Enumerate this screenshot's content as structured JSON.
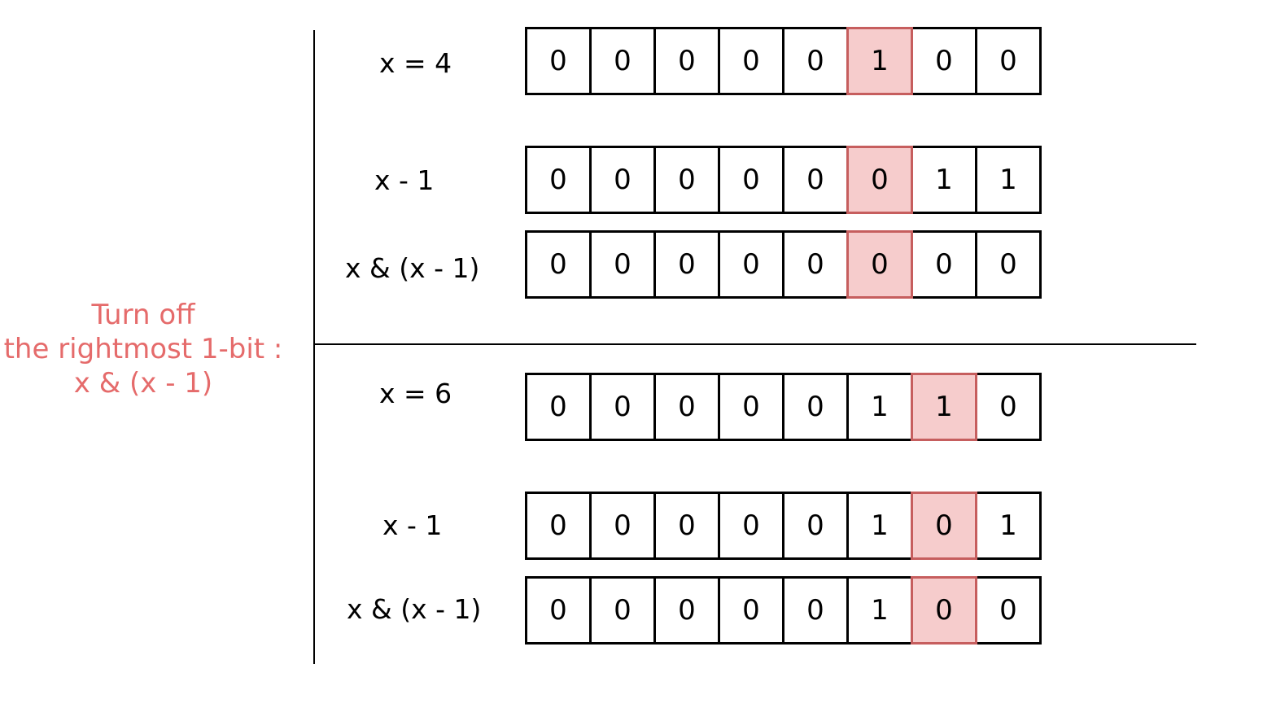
{
  "side_title": [
    "Turn off",
    "the rightmost 1-bit :",
    "x & (x - 1)"
  ],
  "colors": {
    "title": "#e56b6b",
    "highlight_fill": "#f6cccc",
    "highlight_border": "#c65e5e",
    "line": "#000000"
  },
  "examples": [
    {
      "rows": [
        {
          "label": "x = 4",
          "bits": [
            "0",
            "0",
            "0",
            "0",
            "0",
            "1",
            "0",
            "0"
          ],
          "highlight": 5
        },
        {
          "label": "x - 1",
          "bits": [
            "0",
            "0",
            "0",
            "0",
            "0",
            "0",
            "1",
            "1"
          ],
          "highlight": 5
        },
        {
          "label": "x & (x - 1)",
          "bits": [
            "0",
            "0",
            "0",
            "0",
            "0",
            "0",
            "0",
            "0"
          ],
          "highlight": 5
        }
      ]
    },
    {
      "rows": [
        {
          "label": "x = 6",
          "bits": [
            "0",
            "0",
            "0",
            "0",
            "0",
            "1",
            "1",
            "0"
          ],
          "highlight": 6
        },
        {
          "label": "x - 1",
          "bits": [
            "0",
            "0",
            "0",
            "0",
            "0",
            "1",
            "0",
            "1"
          ],
          "highlight": 6
        },
        {
          "label": "x & (x - 1)",
          "bits": [
            "0",
            "0",
            "0",
            "0",
            "0",
            "1",
            "0",
            "0"
          ],
          "highlight": 6
        }
      ]
    }
  ]
}
